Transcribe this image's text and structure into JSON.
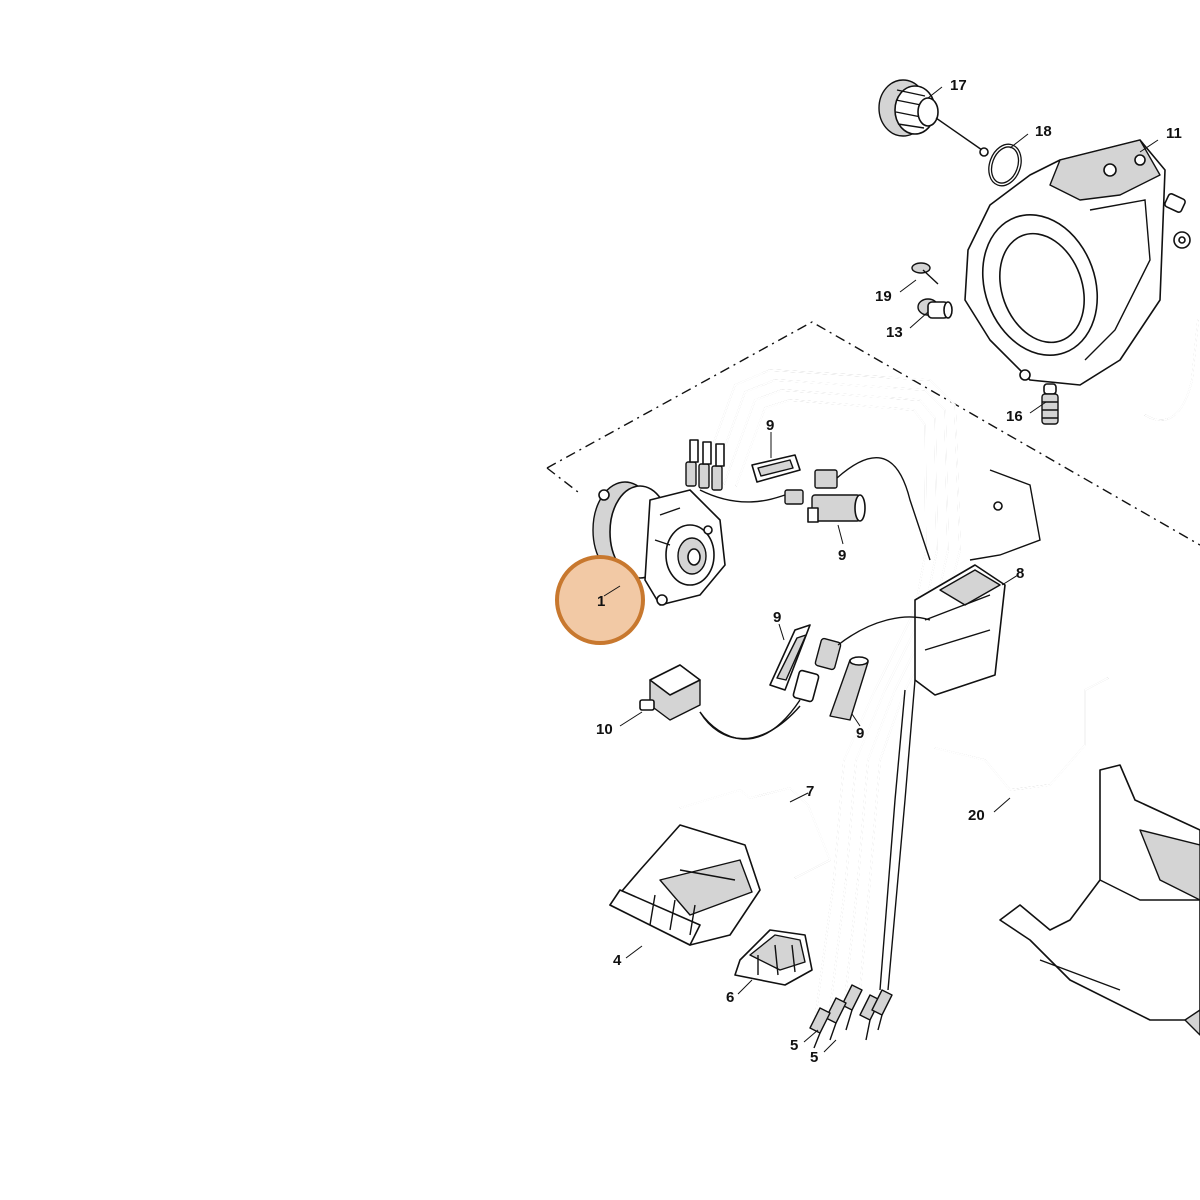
{
  "diagram": {
    "callouts": [
      {
        "id": "c1",
        "label": "1"
      },
      {
        "id": "c4",
        "label": "4"
      },
      {
        "id": "c5a",
        "label": "5"
      },
      {
        "id": "c5b",
        "label": "5"
      },
      {
        "id": "c6",
        "label": "6"
      },
      {
        "id": "c7",
        "label": "7"
      },
      {
        "id": "c8",
        "label": "8"
      },
      {
        "id": "c9a",
        "label": "9"
      },
      {
        "id": "c9b",
        "label": "9"
      },
      {
        "id": "c9c",
        "label": "9"
      },
      {
        "id": "c9d",
        "label": "9"
      },
      {
        "id": "c10",
        "label": "10"
      },
      {
        "id": "c11",
        "label": "11"
      },
      {
        "id": "c13",
        "label": "13"
      },
      {
        "id": "c16",
        "label": "16"
      },
      {
        "id": "c17",
        "label": "17"
      },
      {
        "id": "c18",
        "label": "18"
      },
      {
        "id": "c19",
        "label": "19"
      },
      {
        "id": "c20",
        "label": "20"
      }
    ],
    "highlight": {
      "label": "1",
      "fill_color": "#f2c9a5",
      "stroke_color": "#c8782e"
    }
  }
}
